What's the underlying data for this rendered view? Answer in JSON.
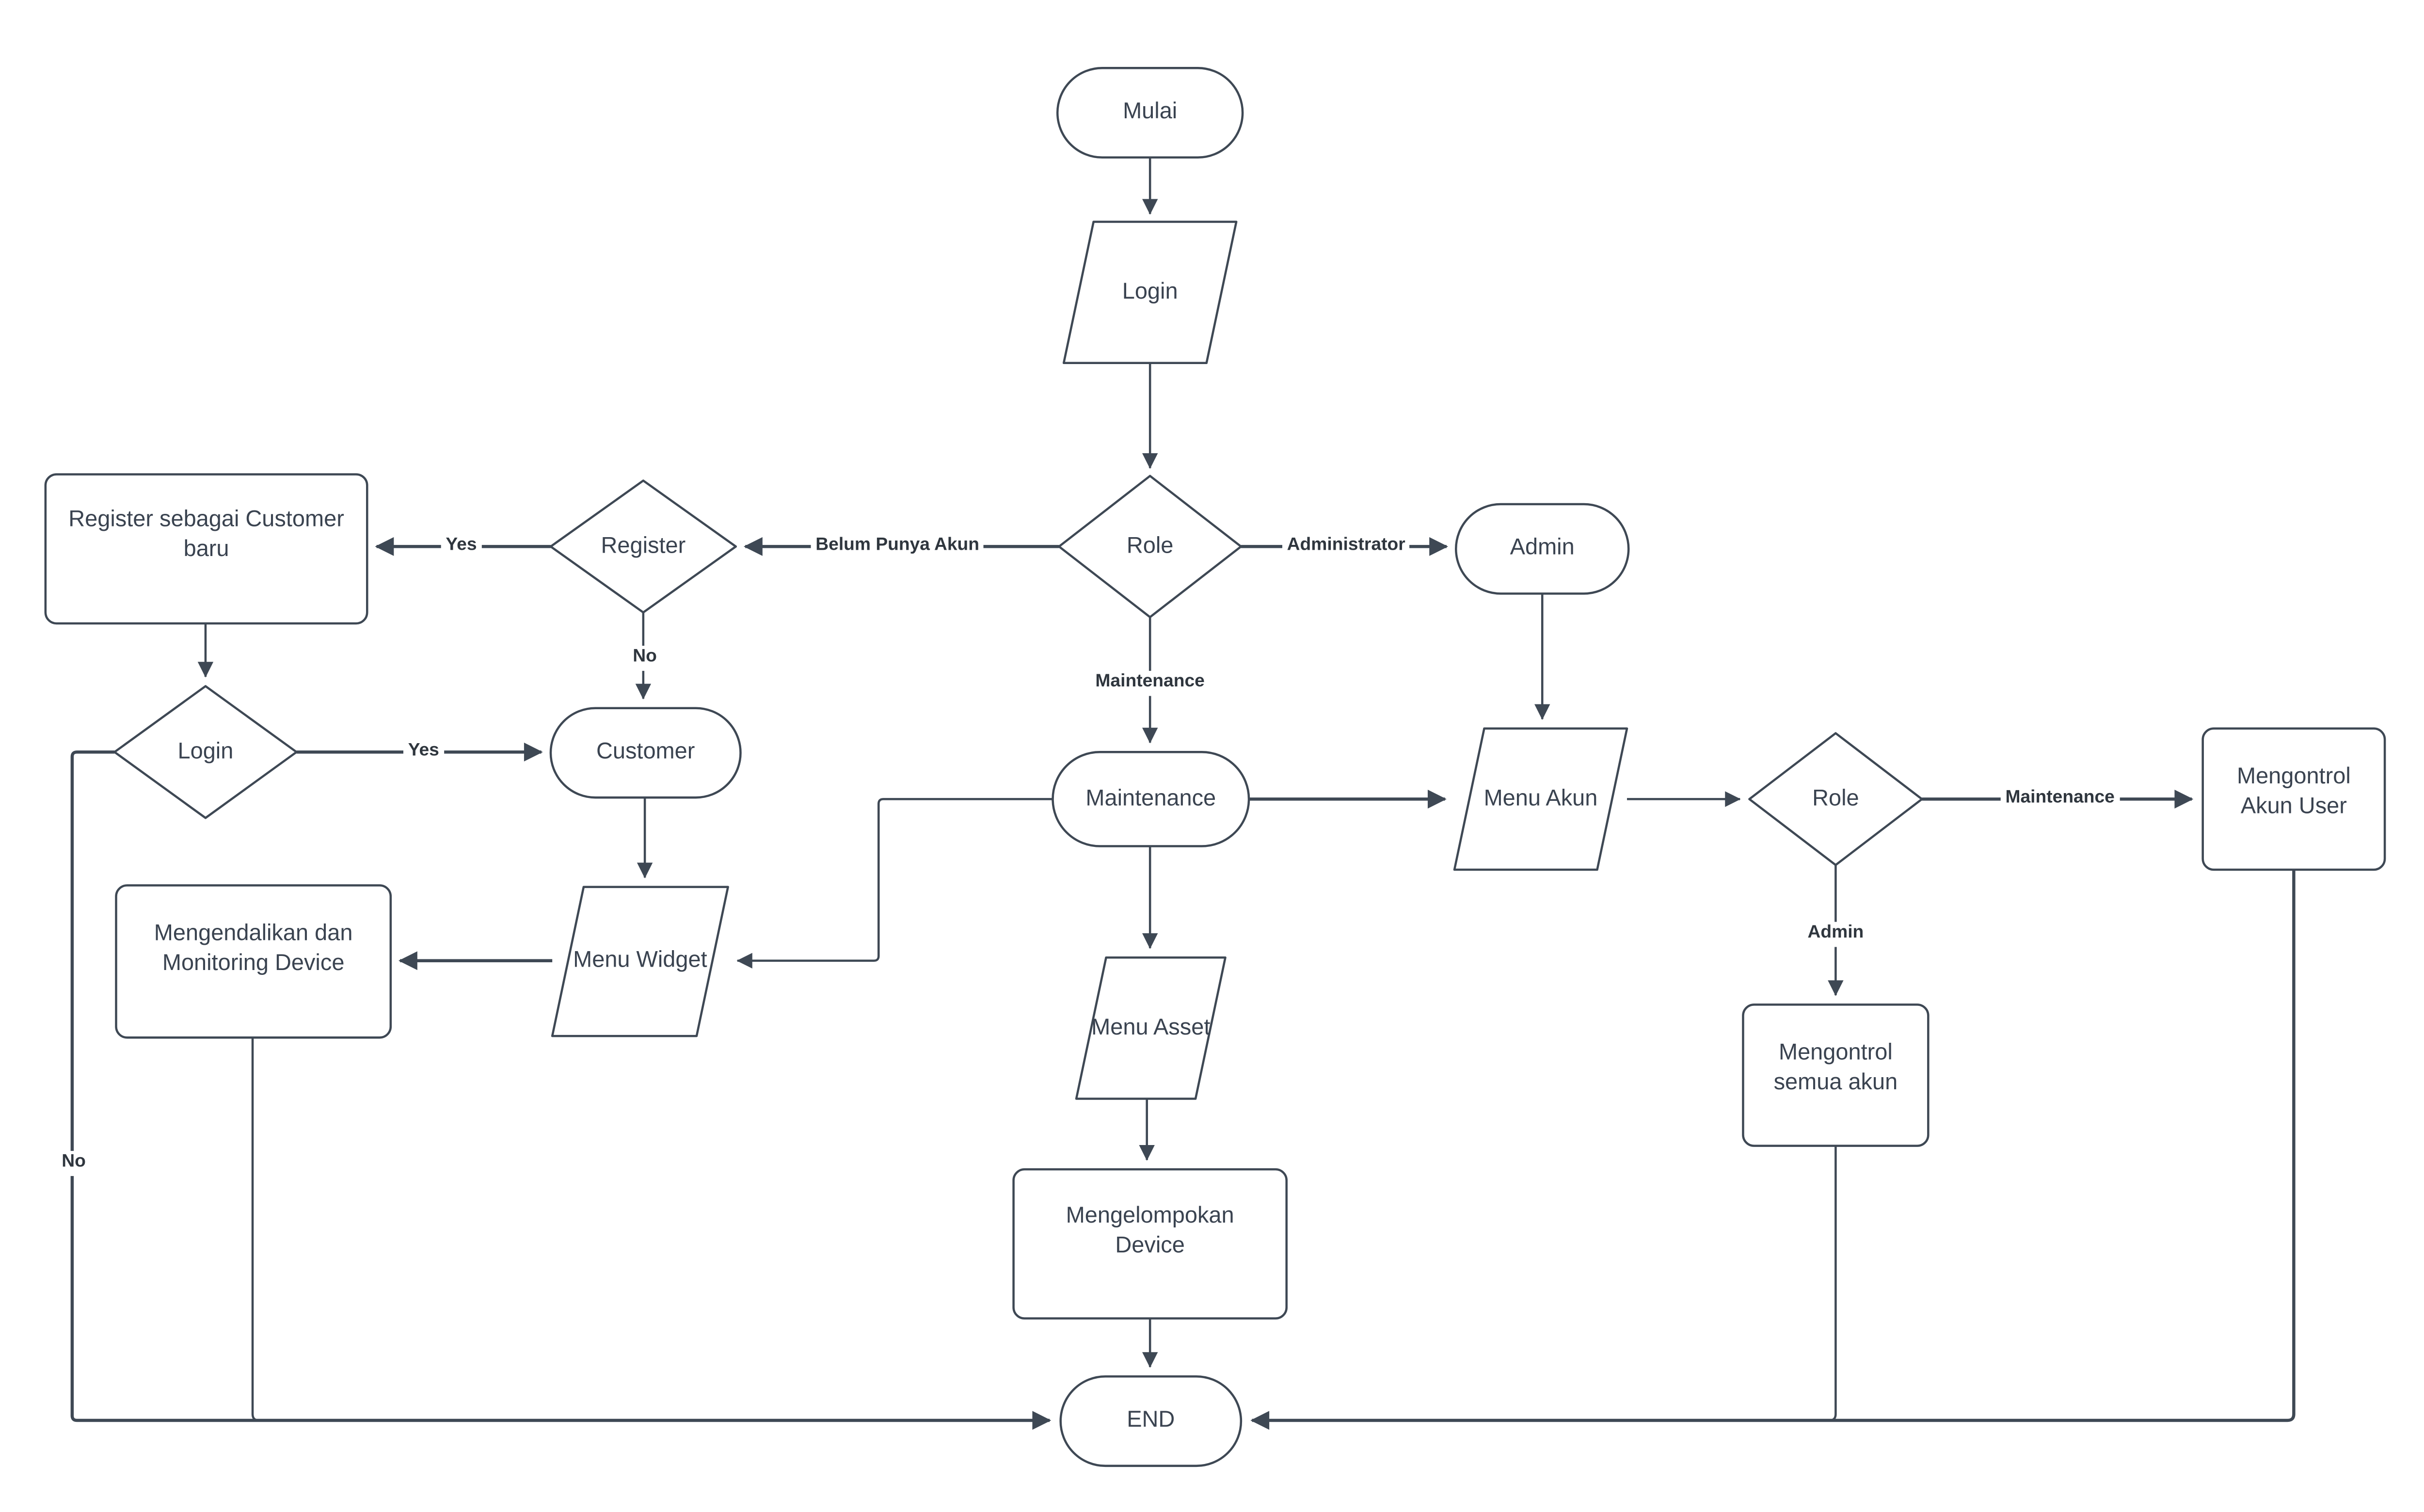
{
  "diagram": {
    "colors": {
      "background": "#ffffff",
      "stroke": "#3e4854",
      "node_text": "#3a4350",
      "edge_label_text": "#2f363e",
      "node_fill": "#ffffff"
    },
    "nodes": {
      "mulai": {
        "label": "Mulai",
        "type": "terminator"
      },
      "login_form": {
        "label": "Login",
        "type": "parallelogram"
      },
      "role_decision": {
        "label": "Role",
        "type": "decision"
      },
      "register_decision": {
        "label": "Register",
        "type": "decision"
      },
      "register_customer": {
        "label": "Register sebagai Customer baru",
        "type": "process"
      },
      "login_check": {
        "label": "Login",
        "type": "decision"
      },
      "customer": {
        "label": "Customer",
        "type": "terminator"
      },
      "menu_widget": {
        "label": "Menu Widget",
        "type": "parallelogram"
      },
      "monitoring_device": {
        "label": "Mengendalikan dan Monitoring Device",
        "type": "process"
      },
      "maintenance": {
        "label": "Maintenance",
        "type": "terminator"
      },
      "menu_asset": {
        "label": "Menu Asset",
        "type": "parallelogram"
      },
      "grouping_device": {
        "label": "Mengelompokan Device",
        "type": "process"
      },
      "end": {
        "label": "END",
        "type": "terminator"
      },
      "admin": {
        "label": "Admin",
        "type": "terminator"
      },
      "menu_akun": {
        "label": "Menu Akun",
        "type": "parallelogram"
      },
      "role_admin_decision": {
        "label": "Role",
        "type": "decision"
      },
      "control_user_account": {
        "label": "Mengontrol Akun User",
        "type": "process"
      },
      "control_all_accounts": {
        "label": "Mengontrol semua akun",
        "type": "process"
      }
    },
    "edge_labels": {
      "belum_punya_akun": "Belum Punya Akun",
      "administrator": "Administrator",
      "maintenance_down": "Maintenance",
      "register_yes": "Yes",
      "register_no": "No",
      "login_yes": "Yes",
      "login_no": "No",
      "role2_maintenance": "Maintenance",
      "role2_admin": "Admin"
    }
  }
}
